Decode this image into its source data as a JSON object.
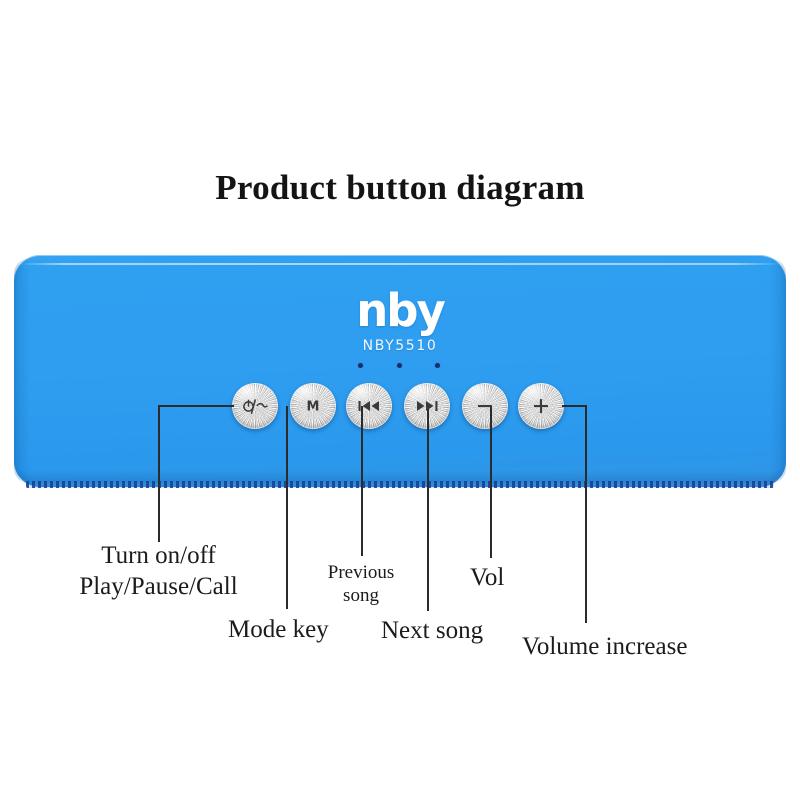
{
  "page": {
    "title": "Product button diagram",
    "background_color": "#ffffff"
  },
  "device": {
    "brand_logo": "nby",
    "model": "NBY5510",
    "body_color": "#2f9ef0",
    "grille_color": "#17429b",
    "led_indicator_color": "#14306e",
    "led_count": 3
  },
  "buttons": [
    {
      "id": "power-play-call",
      "icon": "power-call-icon",
      "icon_glyph": "⏻",
      "label_lines": [
        "Turn on/off",
        "Play/Pause/Call"
      ]
    },
    {
      "id": "mode",
      "icon": "mode-m-icon",
      "icon_glyph": "M",
      "label_lines": [
        "Mode key"
      ]
    },
    {
      "id": "previous-song",
      "icon": "previous-track-icon",
      "icon_glyph": "⏮",
      "label_lines": [
        "Previous",
        "song"
      ]
    },
    {
      "id": "next-song",
      "icon": "next-track-icon",
      "icon_glyph": "⏭",
      "label_lines": [
        "Next song"
      ]
    },
    {
      "id": "volume-decrease",
      "icon": "minus-icon",
      "icon_glyph": "−",
      "label_lines": [
        "Vol"
      ]
    },
    {
      "id": "volume-increase",
      "icon": "plus-icon",
      "icon_glyph": "+",
      "label_lines": [
        "Volume increase"
      ]
    }
  ],
  "labels": {
    "power_line1": "Turn on/off",
    "power_line2": "Play/Pause/Call",
    "mode": "Mode key",
    "prev_line1": "Previous",
    "prev_line2": "song",
    "next": "Next song",
    "vol": "Vol",
    "vol_increase": "Volume increase"
  }
}
